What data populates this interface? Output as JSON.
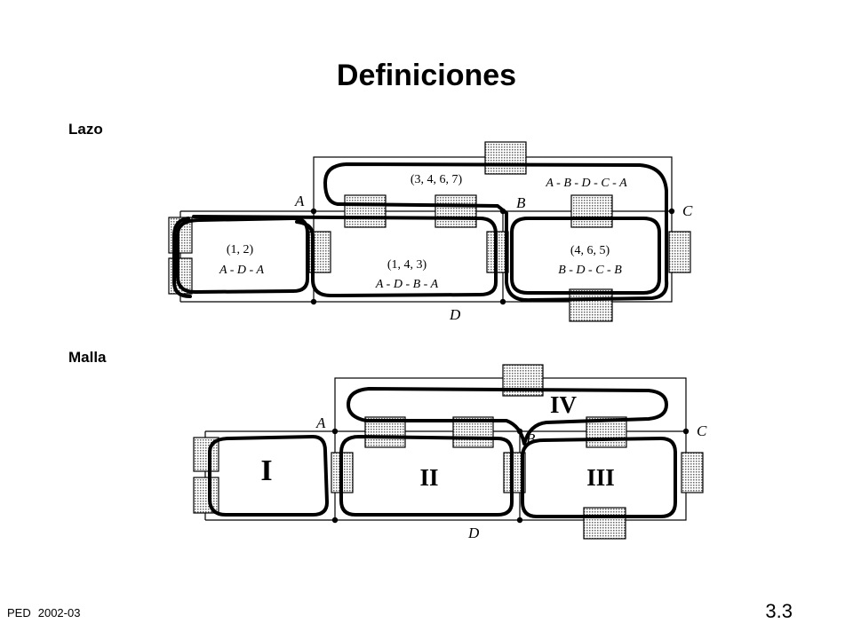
{
  "title": "Definiciones",
  "sections": {
    "lazo": {
      "label": "Lazo",
      "nodes": {
        "a": "A",
        "b": "B",
        "c": "C",
        "d": "D"
      },
      "loops": [
        {
          "elements": "(1, 2)",
          "path": "A - D - A"
        },
        {
          "elements": "(1, 4, 3)",
          "path": "A - D - B - A"
        },
        {
          "elements": "(4, 6, 5)",
          "path": "B - D - C - B"
        },
        {
          "elements": "(3, 4, 6, 7)",
          "path": "A - B - D - C - A"
        }
      ]
    },
    "malla": {
      "label": "Malla",
      "nodes": {
        "a": "A",
        "b": "B",
        "c": "C",
        "d": "D"
      },
      "meshes": [
        "I",
        "II",
        "III",
        "IV"
      ]
    }
  },
  "footer": {
    "course": "PED",
    "year": "2002-03",
    "slide_number": "3.3"
  }
}
